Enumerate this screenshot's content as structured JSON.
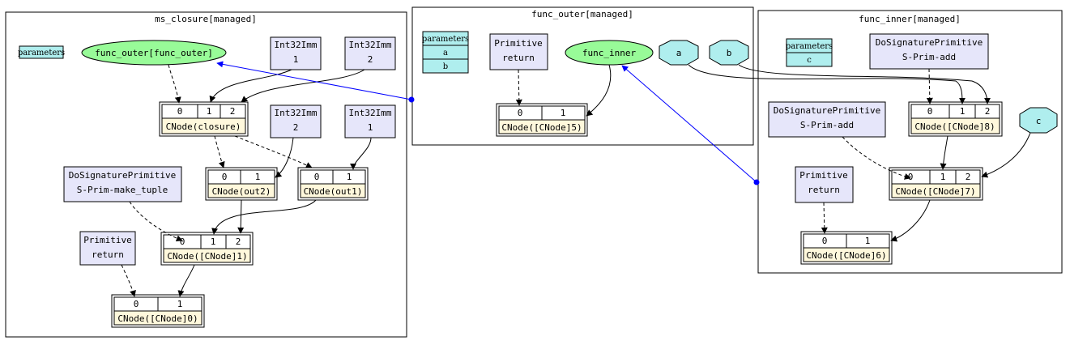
{
  "clusters": {
    "ms_closure": "ms_closure[managed]",
    "func_outer": "func_outer[managed]",
    "func_inner": "func_inner[managed]"
  },
  "params": {
    "ms_closure_header": "parameters",
    "outer_header": "parameters",
    "outer_a": "a",
    "outer_b": "b",
    "inner_header": "parameters",
    "inner_c": "c"
  },
  "ellipses": {
    "func_outer_ref": "func_outer[func_outer]",
    "func_inner_ref": "func_inner"
  },
  "octagons": {
    "a": "a",
    "b": "b",
    "c": "c"
  },
  "prims": {
    "int_1_top": [
      "Int32Imm",
      "1"
    ],
    "int_2_top": [
      "Int32Imm",
      "2"
    ],
    "int_2_mid": [
      "Int32Imm",
      "2"
    ],
    "int_1_mid": [
      "Int32Imm",
      "1"
    ],
    "make_tuple": [
      "DoSignaturePrimitive",
      "S-Prim-make_tuple"
    ],
    "ms_return": [
      "Primitive",
      "return"
    ],
    "outer_return": [
      "Primitive",
      "return"
    ],
    "inner_add_top": [
      "DoSignaturePrimitive",
      "S-Prim-add"
    ],
    "inner_add_mid": [
      "DoSignaturePrimitive",
      "S-Prim-add"
    ],
    "inner_return": [
      "Primitive",
      "return"
    ]
  },
  "cnodes": {
    "closure": {
      "ports": [
        "0",
        "1",
        "2"
      ],
      "label": "CNode(closure)"
    },
    "out2": {
      "ports": [
        "0",
        "1"
      ],
      "label": "CNode(out2)"
    },
    "out1": {
      "ports": [
        "0",
        "1"
      ],
      "label": "CNode(out1)"
    },
    "cn1": {
      "ports": [
        "0",
        "1",
        "2"
      ],
      "label": "CNode([CNode]1)"
    },
    "cn0": {
      "ports": [
        "0",
        "1"
      ],
      "label": "CNode([CNode]0)"
    },
    "cn5": {
      "ports": [
        "0",
        "1"
      ],
      "label": "CNode([CNode]5)"
    },
    "cn8": {
      "ports": [
        "0",
        "1",
        "2"
      ],
      "label": "CNode([CNode]8)"
    },
    "cn7": {
      "ports": [
        "0",
        "1",
        "2"
      ],
      "label": "CNode([CNode]7)"
    },
    "cn6": {
      "ports": [
        "0",
        "1"
      ],
      "label": "CNode([CNode]6)"
    }
  }
}
